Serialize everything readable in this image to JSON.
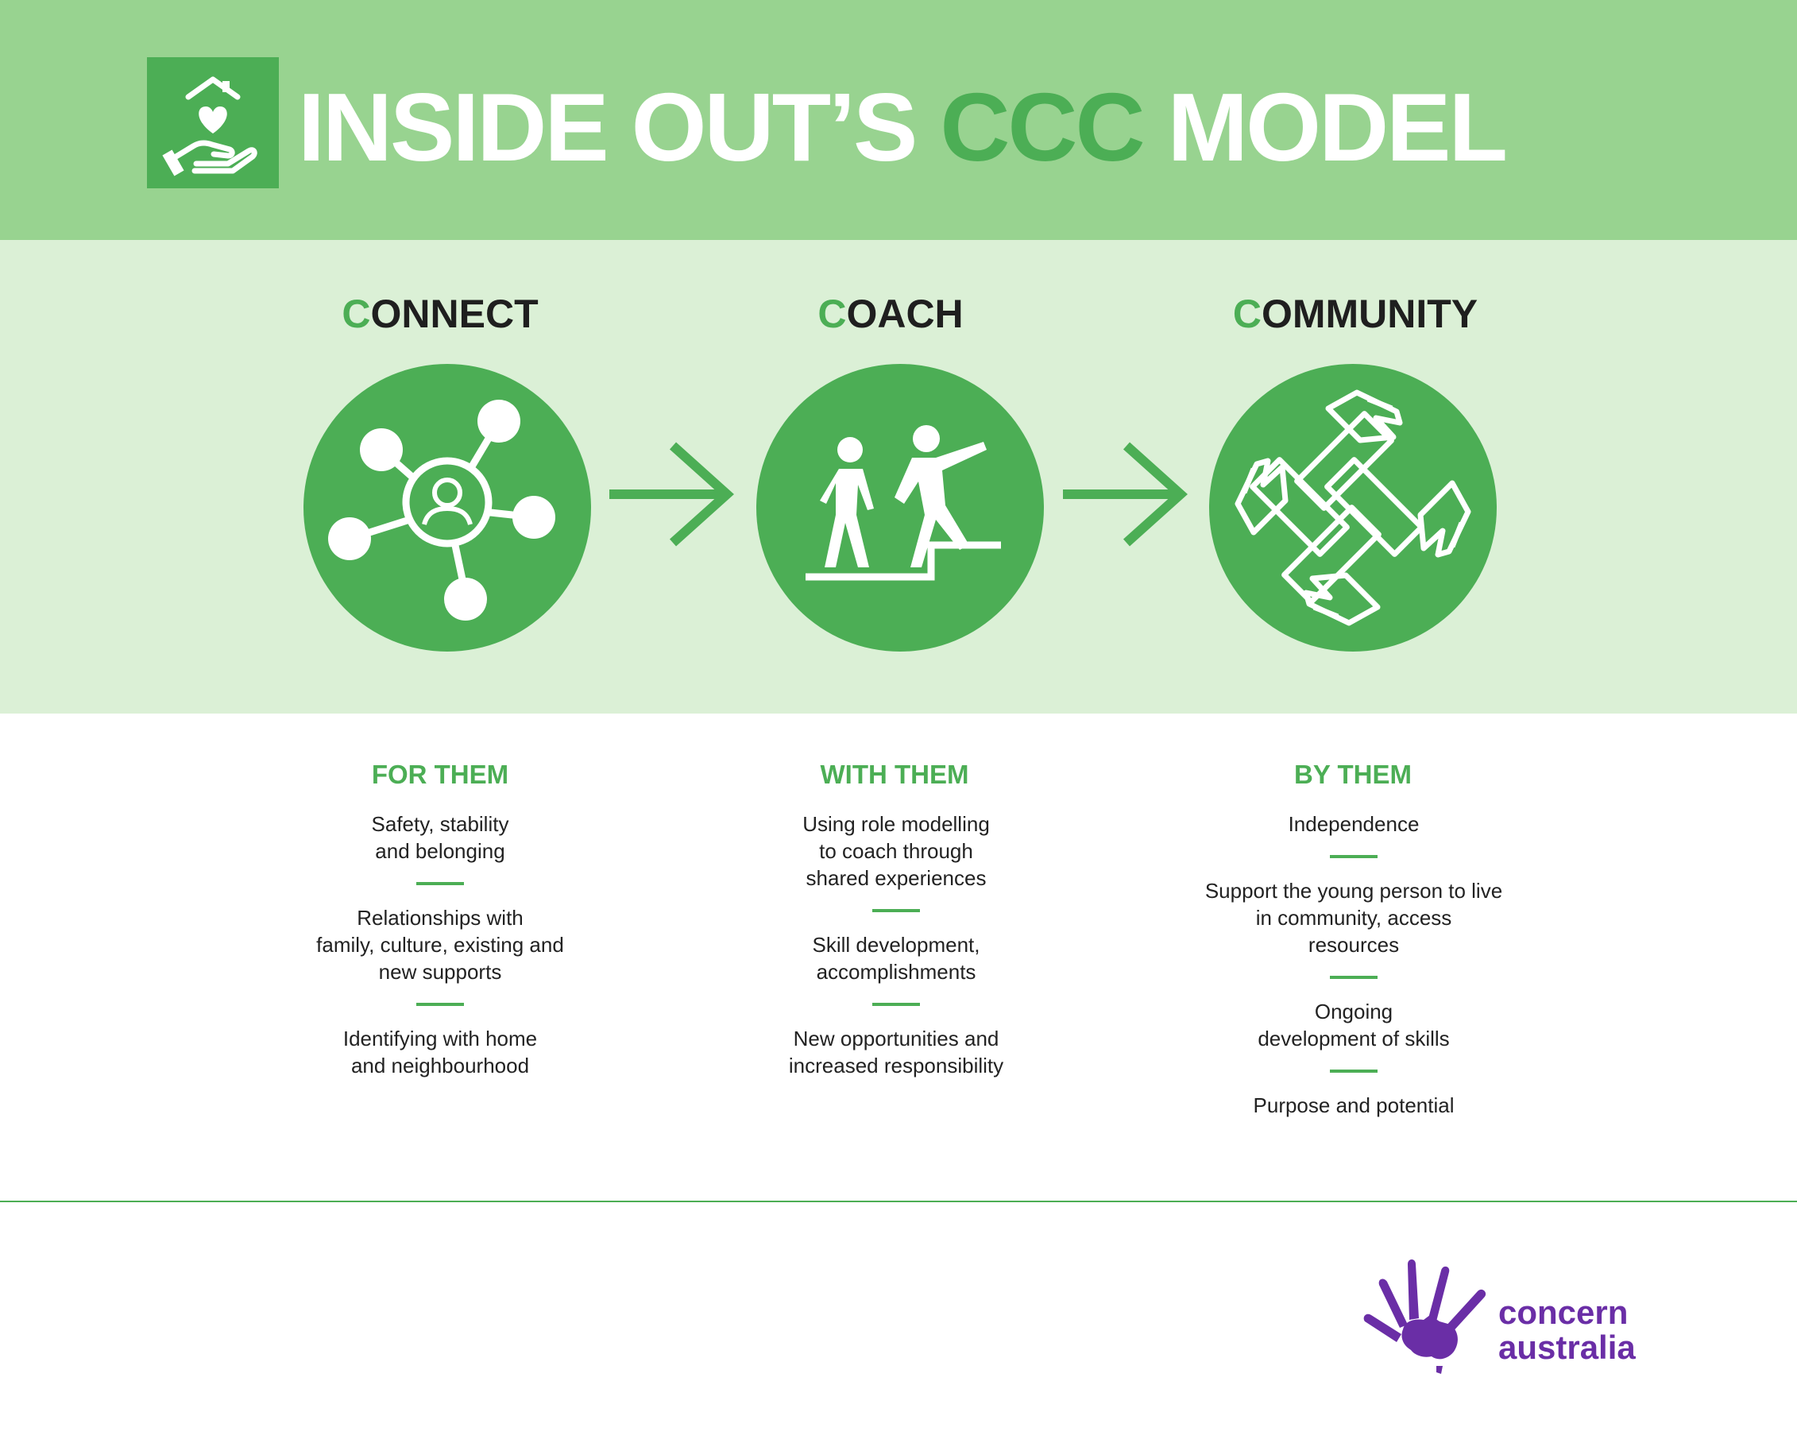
{
  "header": {
    "title_part1": "INSIDE OUT’S ",
    "title_accent": "CCC",
    "title_part2": " MODEL",
    "logo_icon": "house-heart-hand-icon"
  },
  "steps": [
    {
      "first_letter": "C",
      "rest": "ONNECT",
      "icon": "network-icon",
      "subtitle": "FOR THEM",
      "items": [
        "Safety, stability\n   and belonging",
        "Relationships with\nfamily, culture, existing and\nnew supports",
        "Identifying with home\n    and neighbourhood"
      ]
    },
    {
      "first_letter": "C",
      "rest": "OACH",
      "icon": "coaching-figures-icon",
      "subtitle": "WITH THEM",
      "items": [
        "Using role modelling\n   to coach through\n   shared experiences",
        "Skill development,\n   accomplishments",
        "New opportunities and\n   increased responsibility"
      ]
    },
    {
      "first_letter": "C",
      "rest": "OMMUNITY",
      "icon": "joined-hands-icon",
      "subtitle": "BY THEM",
      "items": [
        "Independence",
        "Support the young person to live\nin community, access\n   resources",
        "Ongoing\n   development of skills",
        "Purpose and potential"
      ]
    }
  ],
  "brand": {
    "line1": "concern",
    "line2": "australia",
    "icon": "handprint-australia-icon"
  },
  "colors": {
    "header_bg": "#98d390",
    "band_bg": "#dbf0d6",
    "accent_green": "#4cae55",
    "brand_purple": "#6a2ea6"
  }
}
